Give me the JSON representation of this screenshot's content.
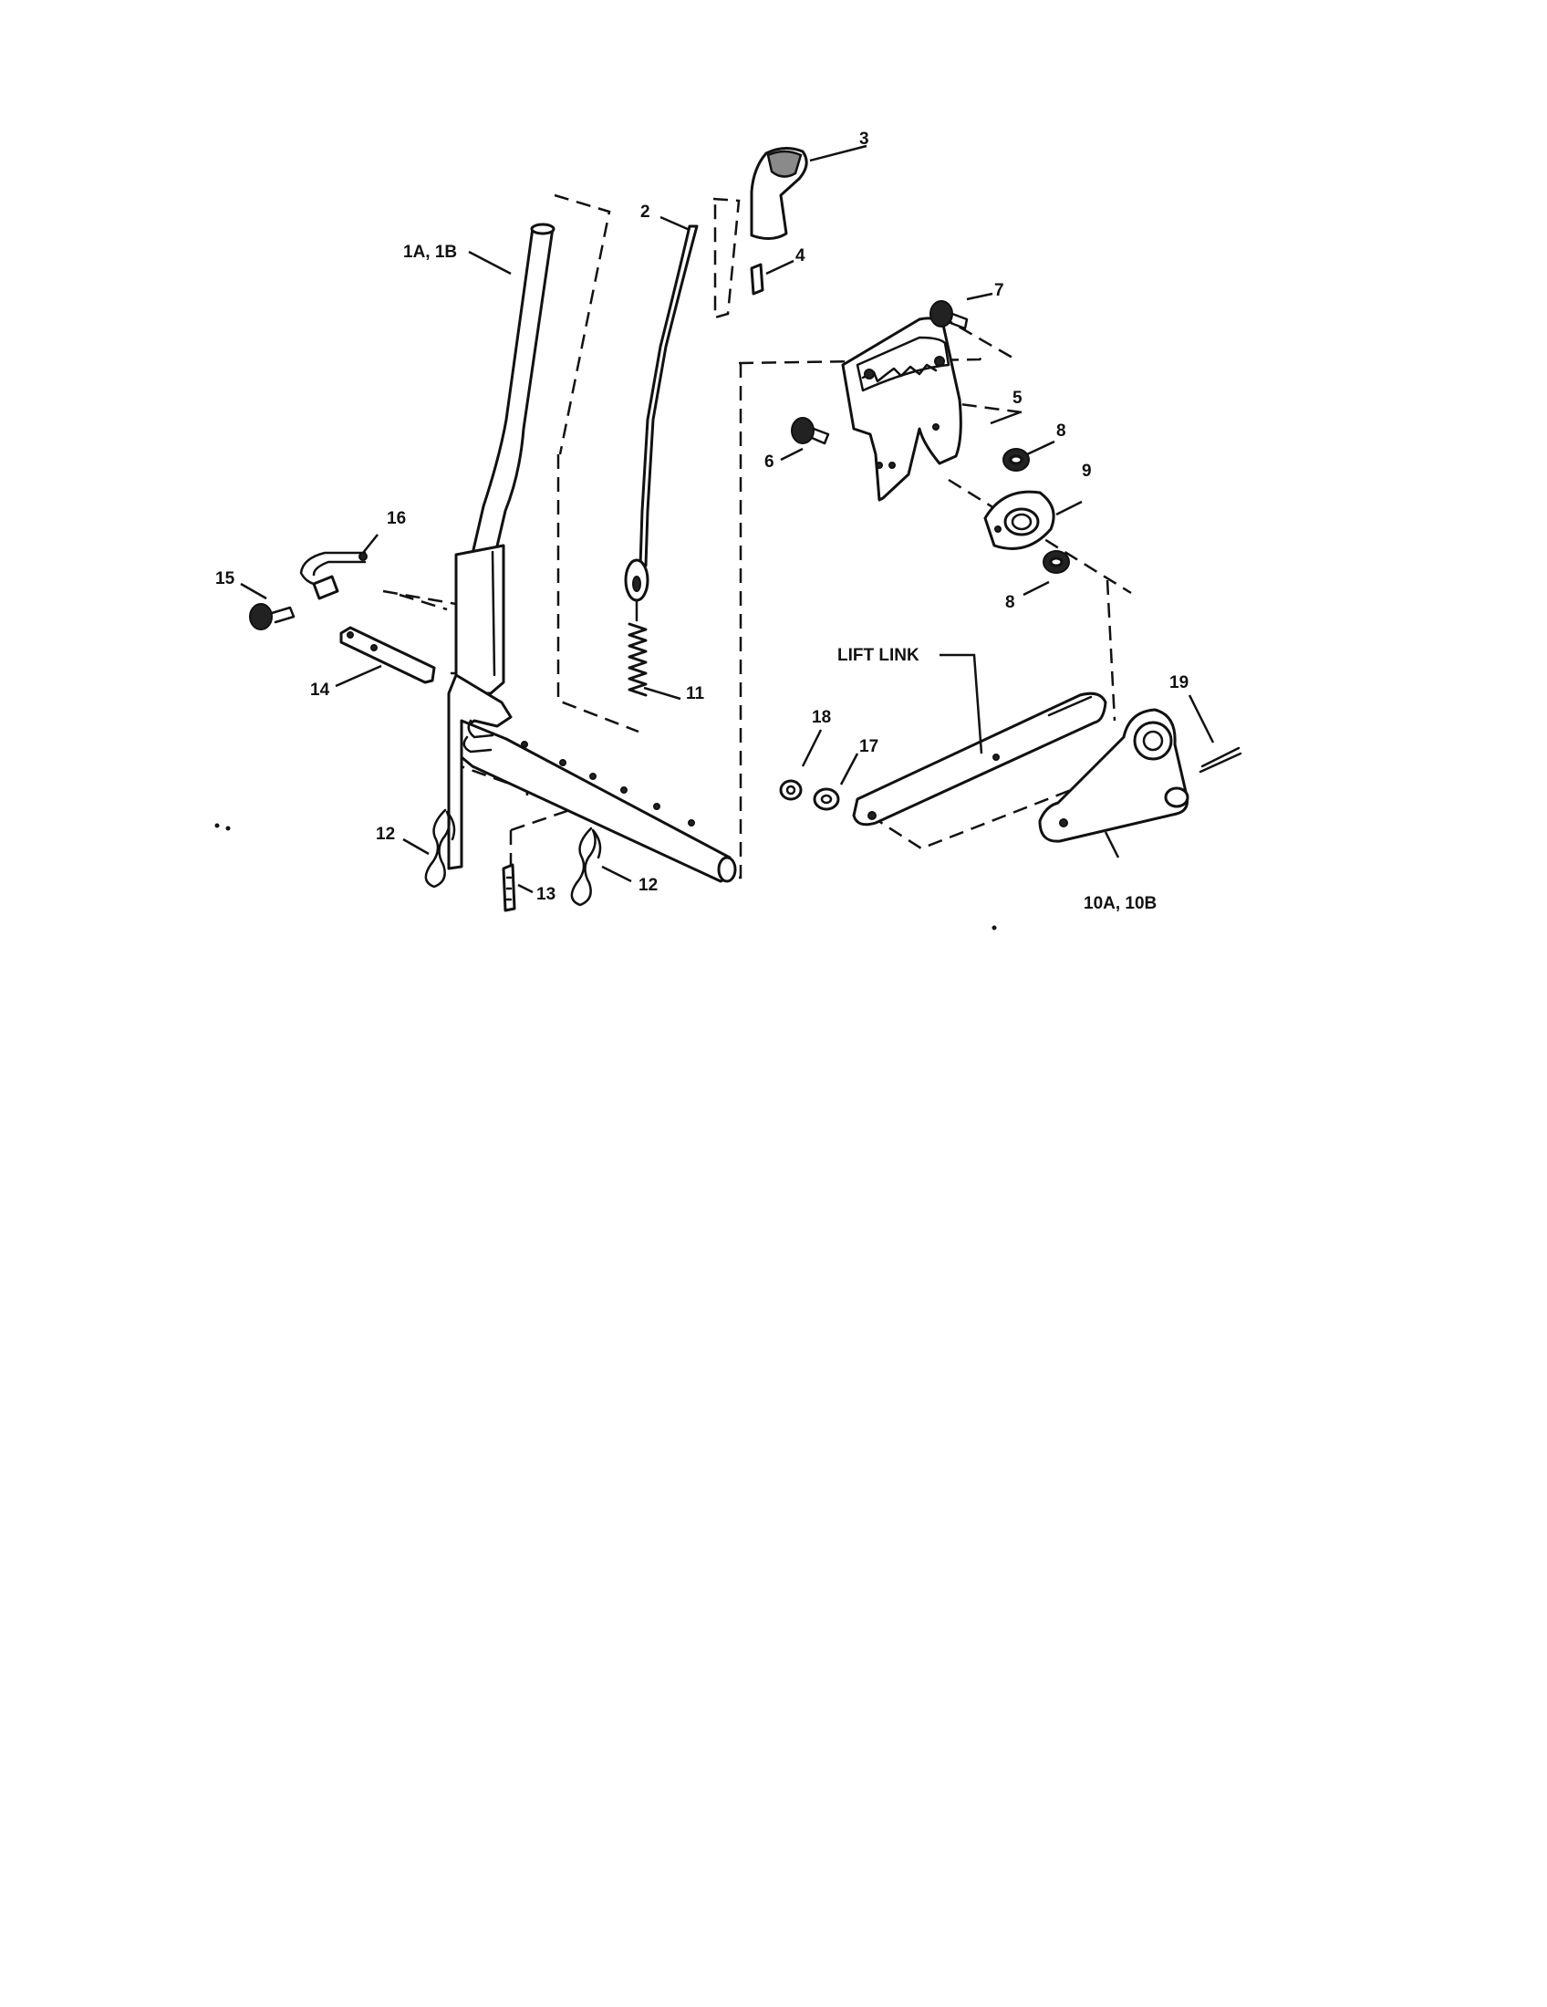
{
  "diagram": {
    "callouts": {
      "c1ab": "1A, 1B",
      "c2": "2",
      "c3": "3",
      "c4": "4",
      "c5": "5",
      "c6": "6",
      "c7": "7",
      "c8a": "8",
      "c8b": "8",
      "c9": "9",
      "c10ab": "10A, 10B",
      "c11": "11",
      "c12a": "12",
      "c12b": "12",
      "c13": "13",
      "c14": "14",
      "c15": "15",
      "c16": "16",
      "c17": "17",
      "c18": "18",
      "c19": "19",
      "lift_link": "LIFT LINK"
    }
  }
}
